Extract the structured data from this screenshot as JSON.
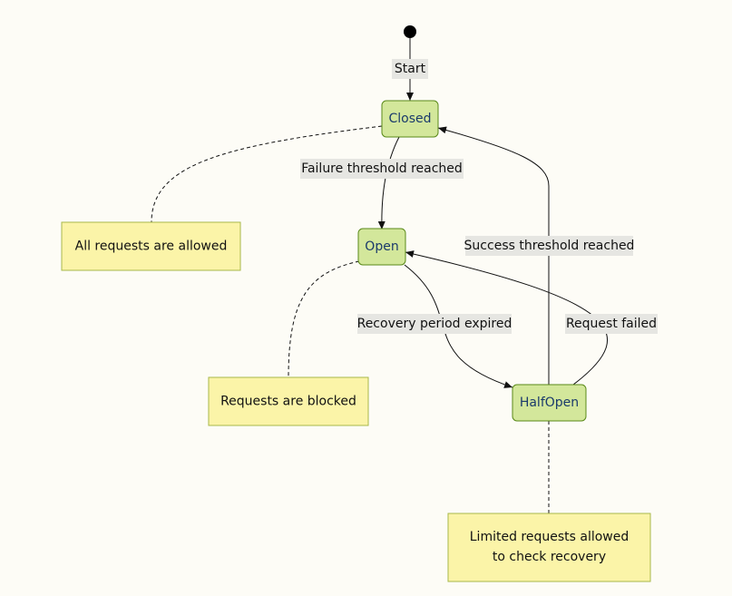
{
  "states": {
    "closed": "Closed",
    "open": "Open",
    "half_open": "HalfOpen"
  },
  "transitions": {
    "start": "Start",
    "failure_threshold": "Failure threshold reached",
    "success_threshold": "Success threshold reached",
    "recovery_period": "Recovery period expired",
    "request_failed": "Request failed"
  },
  "notes": {
    "closed": "All requests are allowed",
    "open": "Requests are blocked",
    "half_open_line1": "Limited requests allowed",
    "half_open_line2": "to check recovery"
  },
  "colors": {
    "background": "#fdfcf6",
    "state_fill": "#d3e79b",
    "state_border": "#5a8a1a",
    "state_text": "#1a3a6b",
    "note_fill": "#fbf4a8",
    "note_border": "#a8b84a",
    "label_bg": "#e6e6e2"
  }
}
